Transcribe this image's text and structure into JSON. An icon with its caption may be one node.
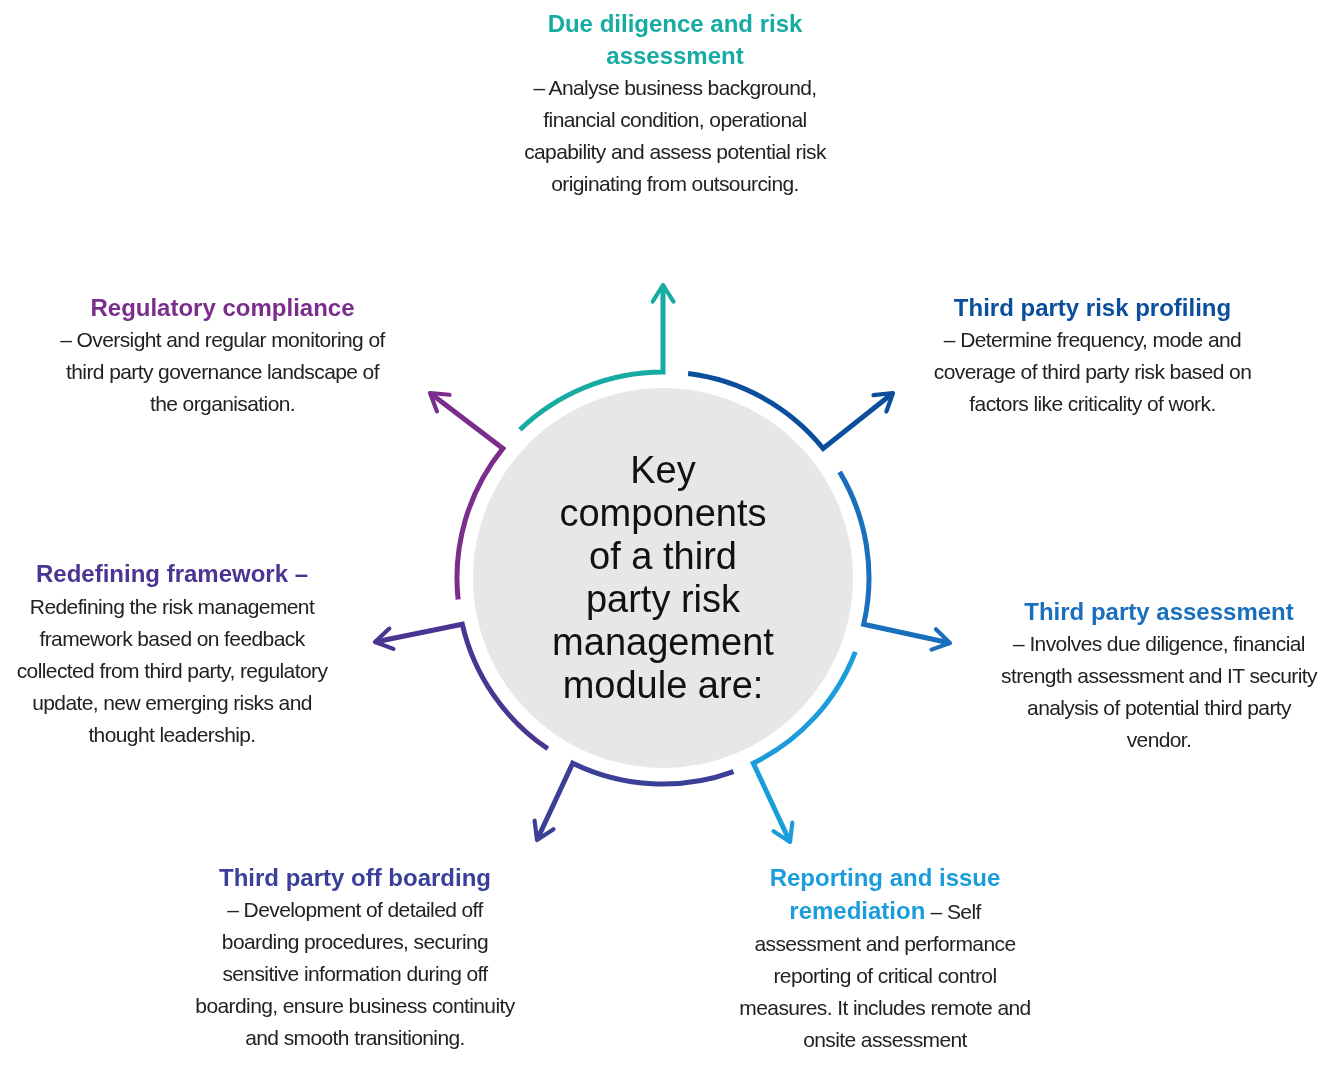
{
  "diagram": {
    "nodes": [
      {
        "text": [
          "Key components of a third party risk management module are:"
        ]
      },
      {
        "text": [
          "Due diligence and risk assessment",
          "– Analyse business background, financial condition, operational capability and assess potential risk originating from outsourcing."
        ]
      },
      {
        "text": [
          "Regulatory compliance",
          "– Oversight and regular monitoring of third party governance landscape of the organisation."
        ]
      },
      {
        "text": [
          "Third party risk profiling",
          "– Determine frequency, mode and coverage of third party risk based on factors like criticality of work."
        ]
      },
      {
        "text": [
          "Redefining framework –",
          "Redefining the risk management framework based on feedback collected from third party, regulatory update, new emerging risks and thought leadership."
        ]
      },
      {
        "text": [
          "Third party assessment",
          "– Involves due diligence, financial strength assessment and IT security analysis of potential third party vendor."
        ]
      },
      {
        "text": [
          "Third party off boarding",
          "– Development of detailed off boarding procedures, securing sensitive information during off boarding, ensure business continuity and smooth transitioning."
        ]
      },
      {
        "text": [
          "Reporting and issue remediation",
          "– Self assessment and performance reporting of critical control measures. It includes remote and onsite assessment"
        ]
      }
    ],
    "edges": [
      {
        "from": 0,
        "to": 1,
        "arrow": "to",
        "color": "#16aba3"
      },
      {
        "from": 0,
        "to": 3,
        "arrow": "to",
        "color": "#0b4f9c"
      },
      {
        "from": 0,
        "to": 5,
        "arrow": "to",
        "color": "#1a6fbd"
      },
      {
        "from": 0,
        "to": 7,
        "arrow": "to",
        "color": "#1b9ddb"
      },
      {
        "from": 0,
        "to": 6,
        "arrow": "to",
        "color": "#3a3f98"
      },
      {
        "from": 0,
        "to": 4,
        "arrow": "to",
        "color": "#4a3592"
      },
      {
        "from": 0,
        "to": 2,
        "arrow": "to",
        "color": "#7b2d8c"
      }
    ]
  }
}
